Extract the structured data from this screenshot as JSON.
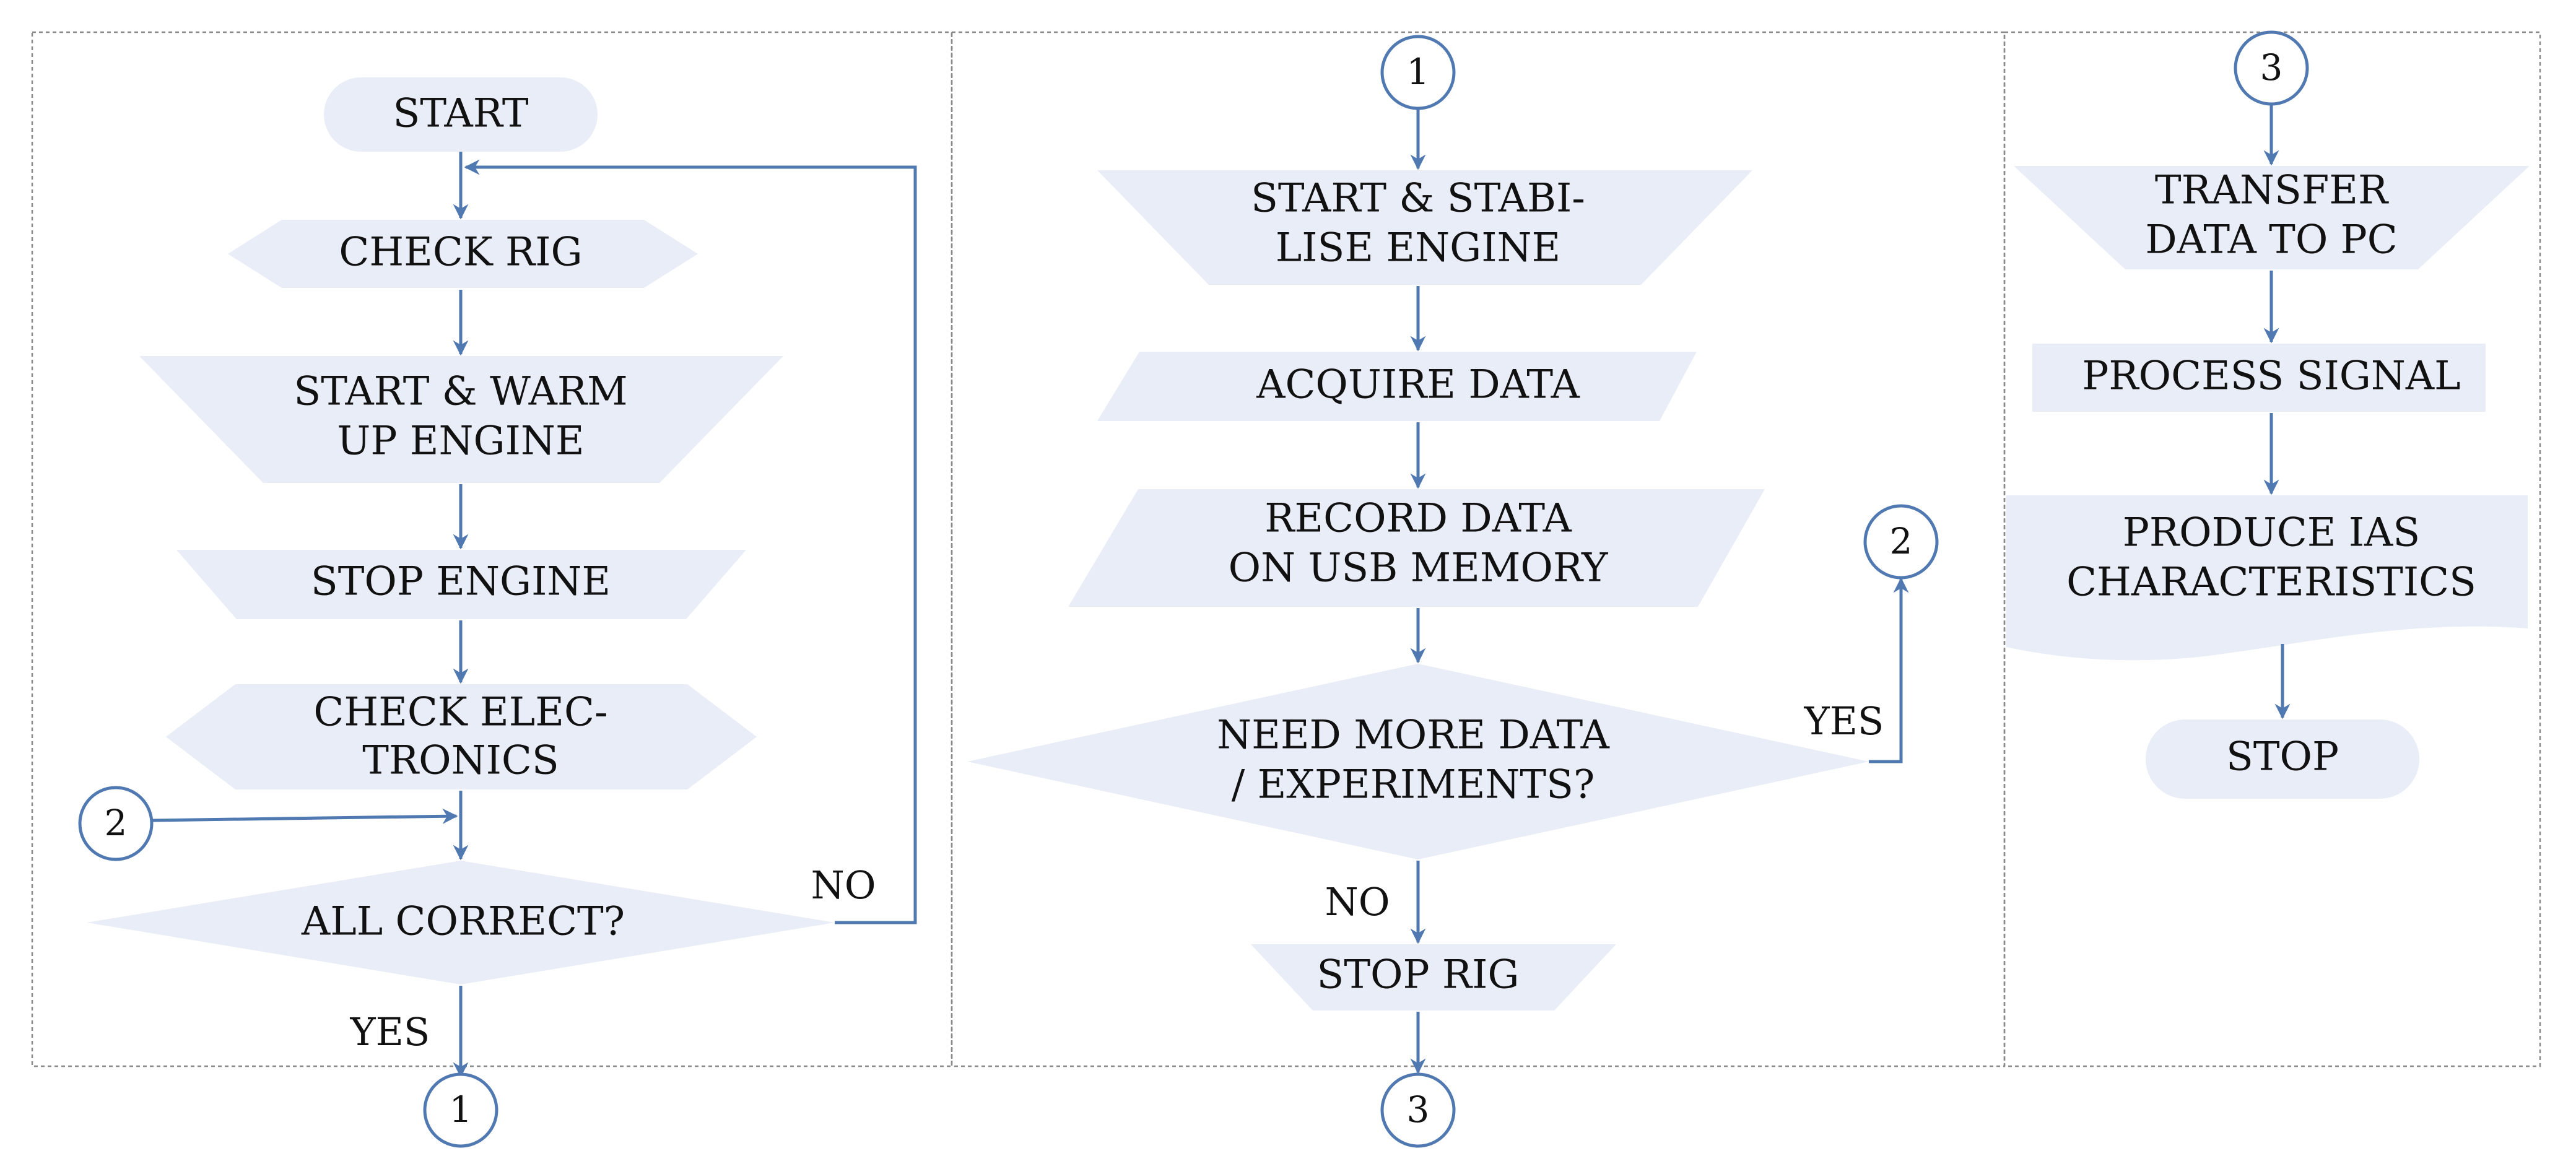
{
  "panel1": {
    "start": "START",
    "check_rig": "CHECK RIG",
    "warm_up": [
      "START & WARM",
      "UP ENGINE"
    ],
    "stop_engine": "STOP ENGINE",
    "check_electronics": [
      "CHECK ELEC-",
      "TRONICS"
    ],
    "all_correct": "ALL CORRECT?",
    "label_no": "NO",
    "label_yes": "YES",
    "connector_in": "2",
    "connector_out": "1"
  },
  "panel2": {
    "connector_in": "1",
    "stabilise": [
      "START & STABI-",
      "LISE ENGINE"
    ],
    "acquire": "ACQUIRE DATA",
    "record": [
      "RECORD DATA",
      "ON USB MEMORY"
    ],
    "decision": [
      "NEED MORE DATA",
      "/ EXPERIMENTS?"
    ],
    "label_yes": "YES",
    "label_no": "NO",
    "connector_yes": "2",
    "stop_rig": "STOP RIG",
    "connector_out": "3"
  },
  "panel3": {
    "connector_in": "3",
    "transfer": [
      "TRANSFER",
      "DATA TO PC"
    ],
    "process": "PROCESS SIGNAL",
    "produce": [
      "PRODUCE IAS",
      "CHARACTERISTICS"
    ],
    "stop": "STOP"
  },
  "colors": {
    "node_fill": "#e9edf7",
    "arrow": "#5079b1",
    "panel_border": "#8a8a8a",
    "text": "#111111"
  }
}
